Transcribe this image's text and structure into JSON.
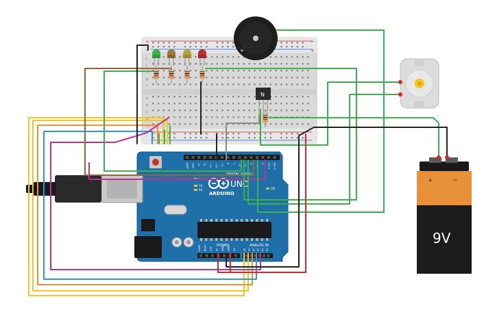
{
  "board": {
    "brand": "ARDUINO",
    "model": "UNO",
    "digital_label": "DIGITAL (PWM~)",
    "power_label": "POWER",
    "analog_label": "ANALOG IN",
    "tx_label": "TX",
    "rx_label": "RX",
    "on_label": "ON",
    "l_label": "L",
    "digital_pins": [
      "AREF",
      "GND",
      "13",
      "12",
      "~11",
      "~10",
      "~9",
      "8",
      "7",
      "~6",
      "~5",
      "4",
      "~3",
      "2",
      "TX→1",
      "RX←0"
    ],
    "power_pins": [
      "IOREF",
      "RESET",
      "3.3V",
      "5V",
      "GND",
      "GND",
      "Vin"
    ],
    "analog_pins": [
      "A0",
      "A1",
      "A2",
      "A3",
      "A4",
      "A5"
    ]
  },
  "battery": {
    "label": "9V",
    "plus": "+",
    "minus": "−"
  },
  "transistor": {
    "label": "N"
  },
  "buzzer": {
    "plus": "+"
  },
  "breadboard": {
    "row_letters_top": [
      "j",
      "i",
      "h",
      "g",
      "f"
    ],
    "row_letters_bottom": [
      "e",
      "d",
      "c",
      "b",
      "a"
    ],
    "rail_plus": "+",
    "rail_minus": "−"
  },
  "colors": {
    "green_wire": "#3cb34a",
    "yellow_wire": "#f3c623",
    "orange_wire": "#f0902e",
    "blue_wire": "#2a9bd6",
    "magenta_wire": "#c0308e",
    "brown_wire": "#9c6232",
    "red_wire": "#d62828",
    "black_wire": "#222222",
    "grey_wire": "#8a8a8a",
    "board_blue": "#1f6fa8",
    "battery_orange": "#e9913a"
  }
}
